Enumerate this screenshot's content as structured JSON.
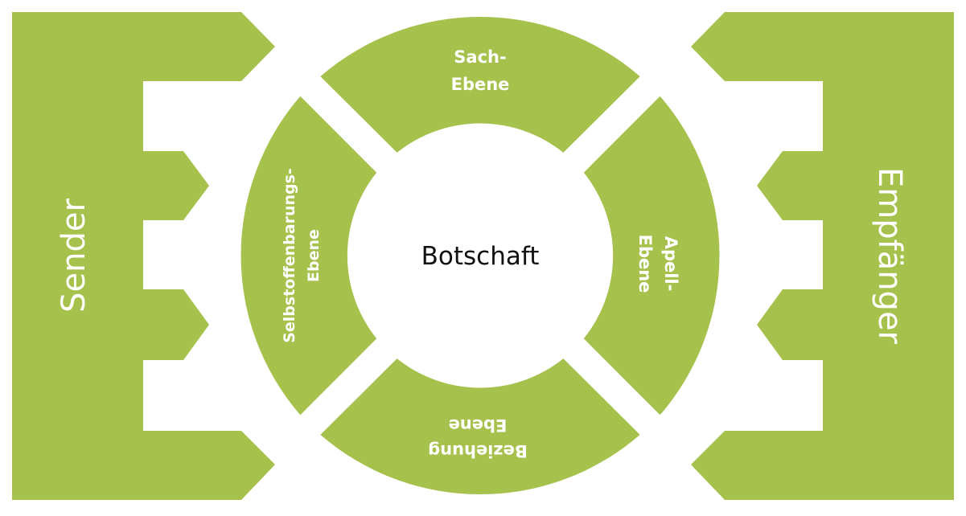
{
  "colors": {
    "green": "#a6c14c",
    "background": "#ffffff",
    "center_text": "#111111"
  },
  "sender": {
    "label": "Sender"
  },
  "receiver": {
    "label": "Empfänger"
  },
  "message": {
    "label": "Botschaft"
  },
  "segments": {
    "top": {
      "line1": "Sach-",
      "line2": "Ebene"
    },
    "right": {
      "line1": "Apell-",
      "line2": "Ebene"
    },
    "bottom": {
      "line1": "Beziehung",
      "line2": "Ebene"
    },
    "left": {
      "line1": "Selbstoffenbarungs-",
      "line2": "Ebene"
    }
  }
}
